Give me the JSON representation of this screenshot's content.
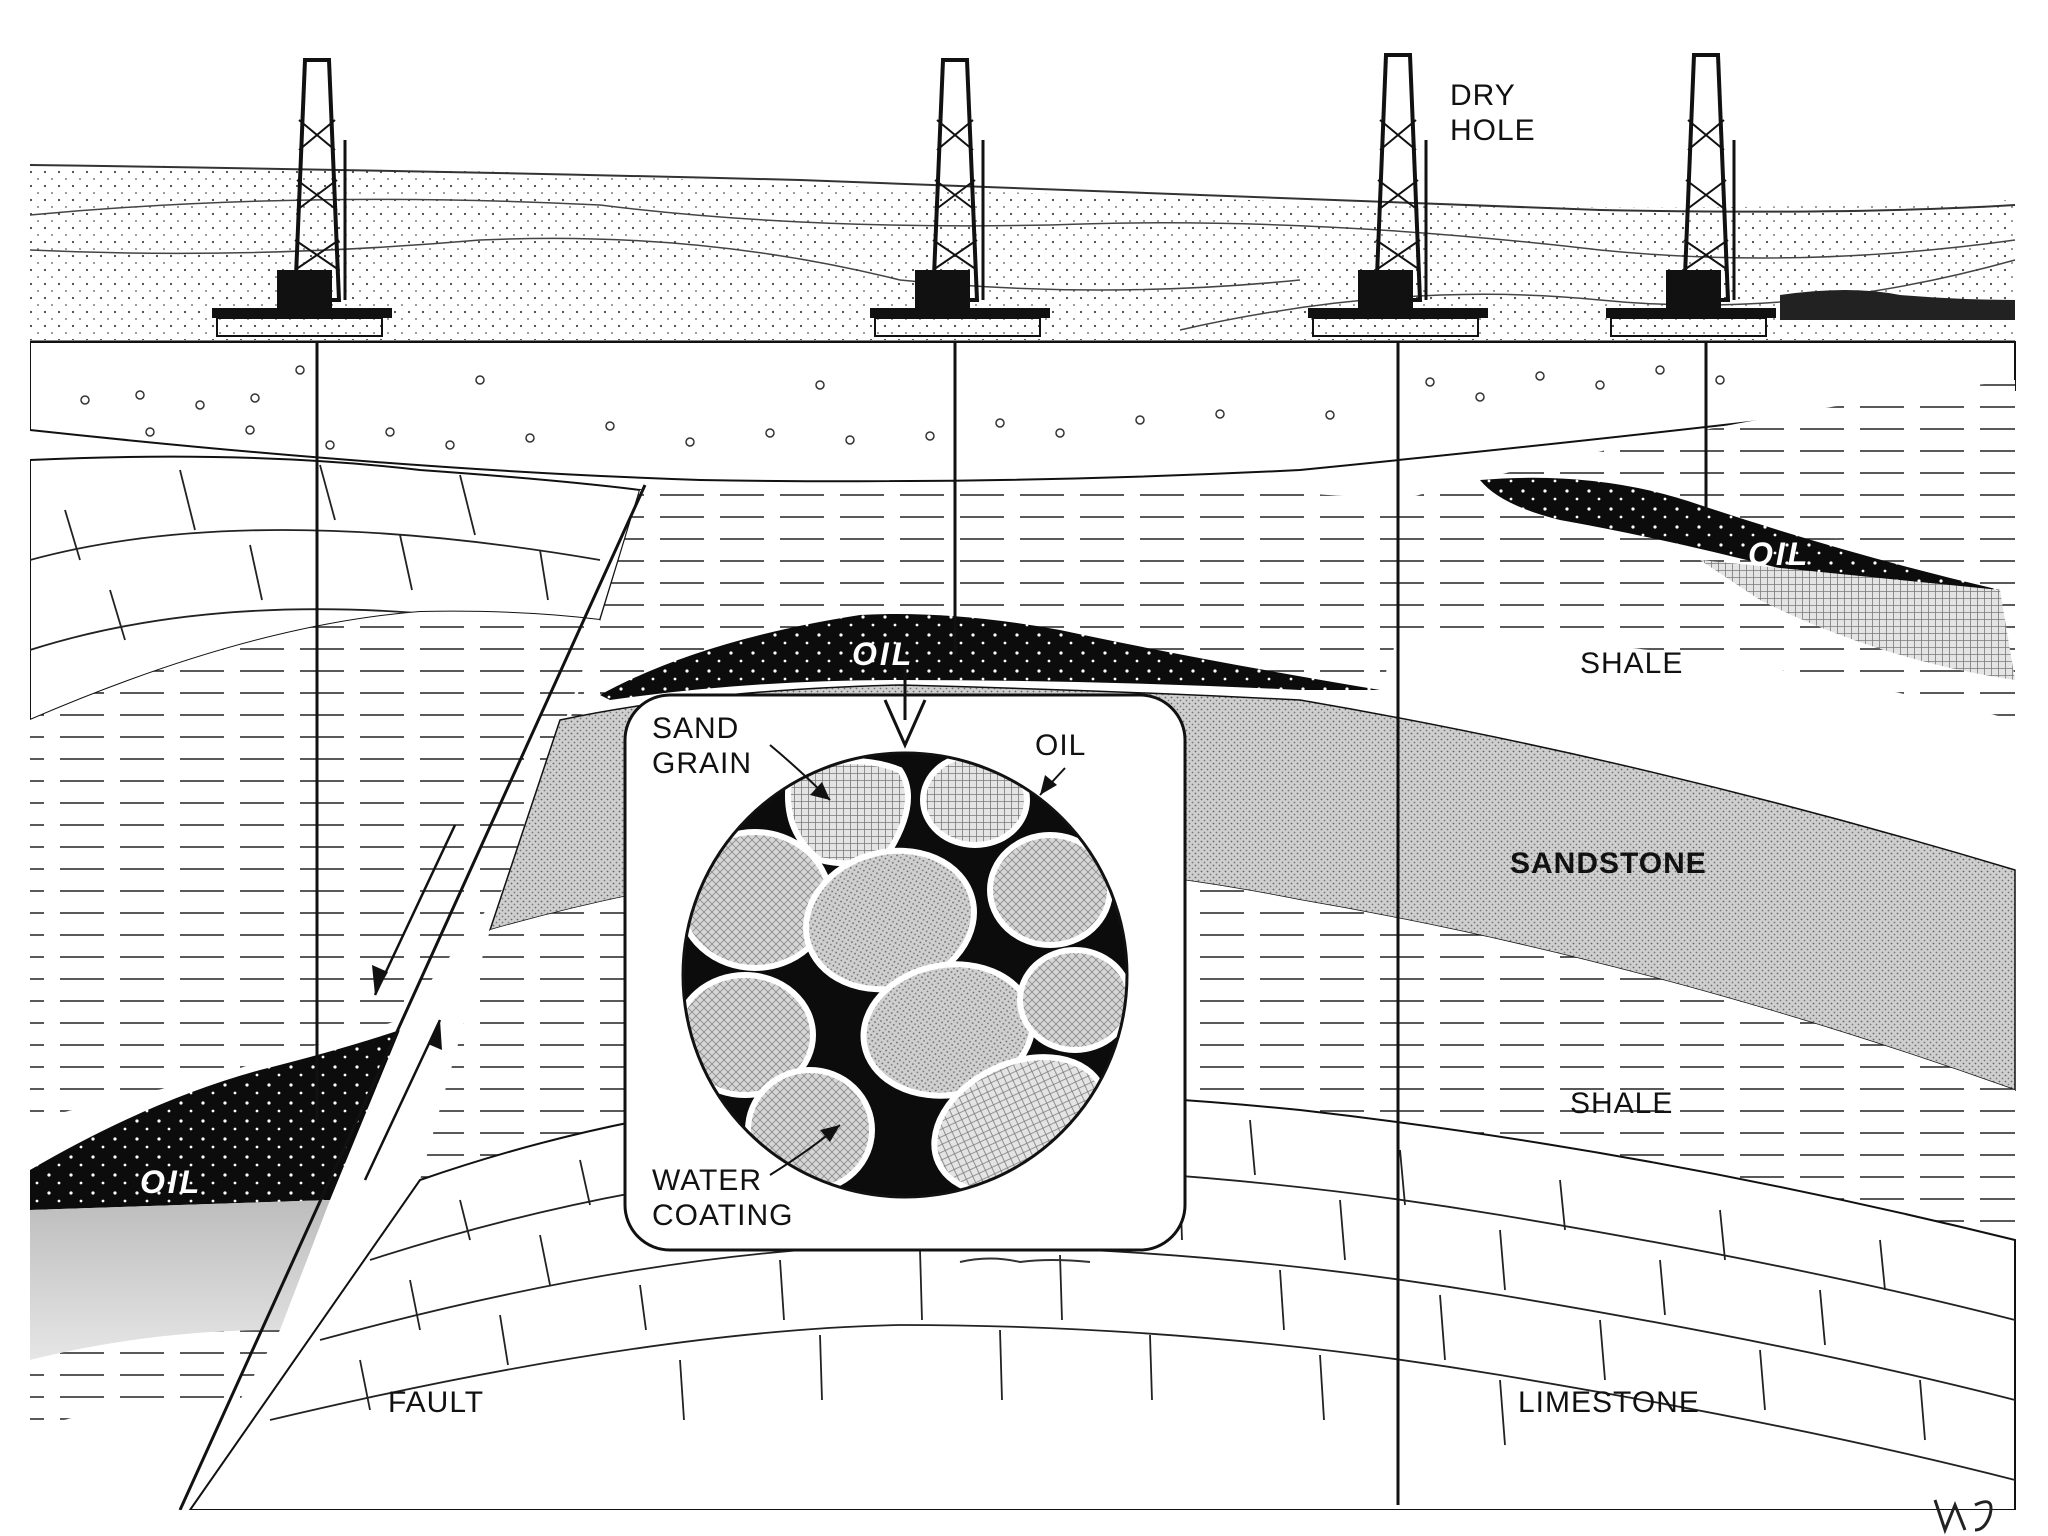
{
  "labels": {
    "dry_hole_line1": "DRY",
    "dry_hole_line2": "HOLE",
    "oil_left": "OIL",
    "oil_center": "OIL",
    "oil_right": "OIL",
    "shale_upper": "SHALE",
    "sandstone": "SANDSTONE",
    "shale_lower": "SHALE",
    "limestone": "LIMESTONE",
    "fault": "FAULT"
  },
  "inset": {
    "sand_grain_line1": "SAND",
    "sand_grain_line2": "GRAIN",
    "oil": "OIL",
    "water_coating_line1": "WATER",
    "water_coating_line2": "COATING"
  },
  "colors": {
    "ink": "#111111",
    "paper": "#ffffff",
    "oil": "#0c0c0c",
    "sandstone": "#c9c9c9",
    "water_zone": "#b5b5b5"
  },
  "icons": [
    "drilling-rig-icon",
    "fault-arrow-icon",
    "down-arrow-icon"
  ]
}
